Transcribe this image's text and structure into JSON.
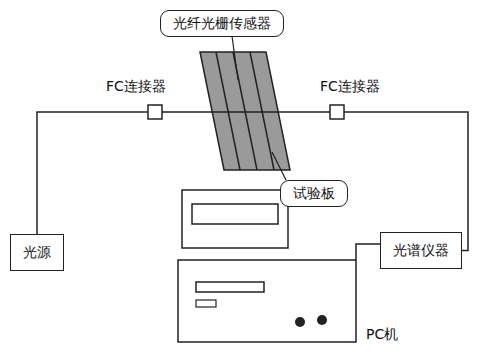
{
  "diagram": {
    "nodes": [
      {
        "text": [
          "光纤光栅传感器"
        ]
      },
      {
        "text": [
          "试验板"
        ]
      },
      {
        "text": [
          "光源"
        ]
      },
      {
        "text": [
          "光谱仪器"
        ]
      }
    ],
    "edges": [
      {
        "from": 2,
        "to": 3,
        "arrow": "none"
      }
    ],
    "labels": [
      "FC连接器",
      "FC连接器",
      "PC机"
    ]
  }
}
